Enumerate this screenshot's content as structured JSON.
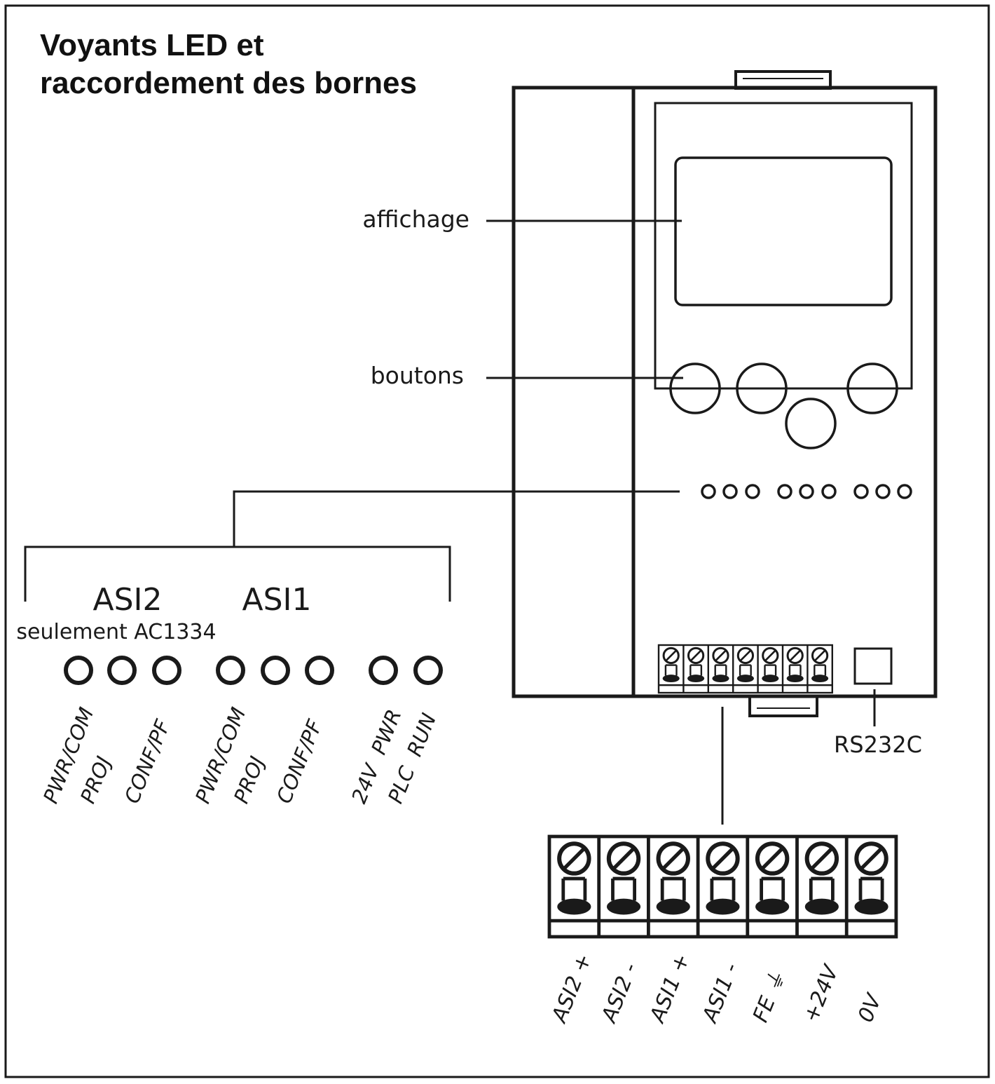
{
  "title": {
    "line1": "Voyants LED et",
    "line2": "raccordement des bornes"
  },
  "callouts": {
    "display": "affichage",
    "buttons": "boutons",
    "rs232": "RS232C"
  },
  "led_groups": {
    "asi2": "ASI2",
    "asi2_note": "seulement AC1334",
    "asi1": "ASI1"
  },
  "led_labels": [
    "PWR/COM",
    "PROJ",
    "CONF/PF",
    "PWR/COM",
    "PROJ",
    "CONF/PF",
    "24V  PWR",
    "PLC  RUN"
  ],
  "terminal_labels": [
    "ASI2 +",
    "ASI2 -",
    "ASI1 +",
    "ASI1 -",
    "FE ⏚",
    "+24V",
    "0V"
  ]
}
